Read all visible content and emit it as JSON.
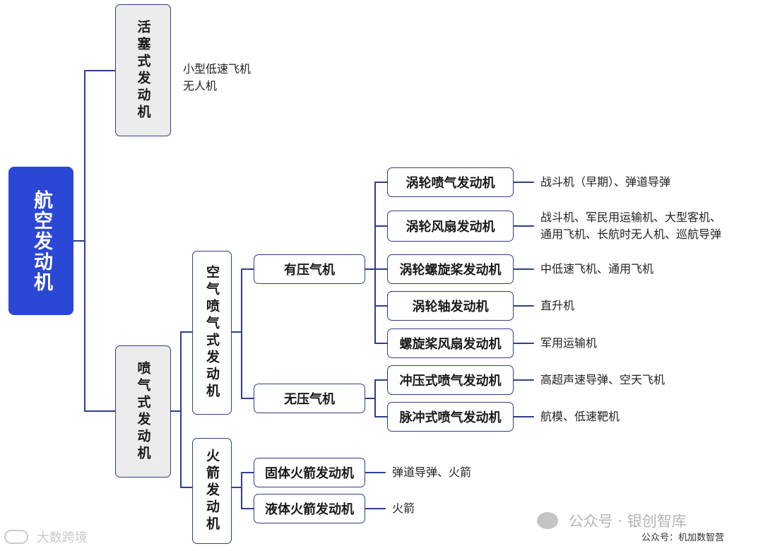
{
  "root": "航空发动机",
  "piston": {
    "label": "活塞式发动机",
    "uses": [
      "小型低速飞机",
      "无人机"
    ]
  },
  "jet": {
    "label": "喷气式发动机",
    "air": {
      "label": "空气喷气式发动机",
      "compressor": {
        "label": "有压气机",
        "types": [
          {
            "label": "涡轮喷气发动机",
            "uses": [
              "战斗机（早期）、弹道导弹"
            ]
          },
          {
            "label": "涡轮风扇发动机",
            "uses": [
              "战斗机、军民用运输机、大型客机、",
              "通用飞机、长航时无人机、巡航导弹"
            ]
          },
          {
            "label": "涡轮螺旋桨发动机",
            "uses": [
              "中低速飞机、通用飞机"
            ]
          },
          {
            "label": "涡轮轴发动机",
            "uses": [
              "直升机"
            ]
          },
          {
            "label": "螺旋桨风扇发动机",
            "uses": [
              "军用运输机"
            ]
          }
        ]
      },
      "no_compressor": {
        "label": "无压气机",
        "types": [
          {
            "label": "冲压式喷气发动机",
            "uses": [
              "高超声速导弹、空天飞机"
            ]
          },
          {
            "label": "脉冲式喷气发动机",
            "uses": [
              "航模、低速靶机"
            ]
          }
        ]
      }
    },
    "rocket": {
      "label": "火箭发动机",
      "types": [
        {
          "label": "固体火箭发动机",
          "uses": [
            "弹道导弹、火箭"
          ]
        },
        {
          "label": "液体火箭发动机",
          "uses": [
            "火箭"
          ]
        }
      ]
    }
  },
  "watermark": {
    "left": "大数跨境",
    "right_main": "公众号 · 银创智库",
    "right_sub": "公众号：机加数智营"
  },
  "colors": {
    "root_fill": "#2a47d6",
    "line": "#2d3f8c",
    "grey_fill": "#ececec"
  }
}
